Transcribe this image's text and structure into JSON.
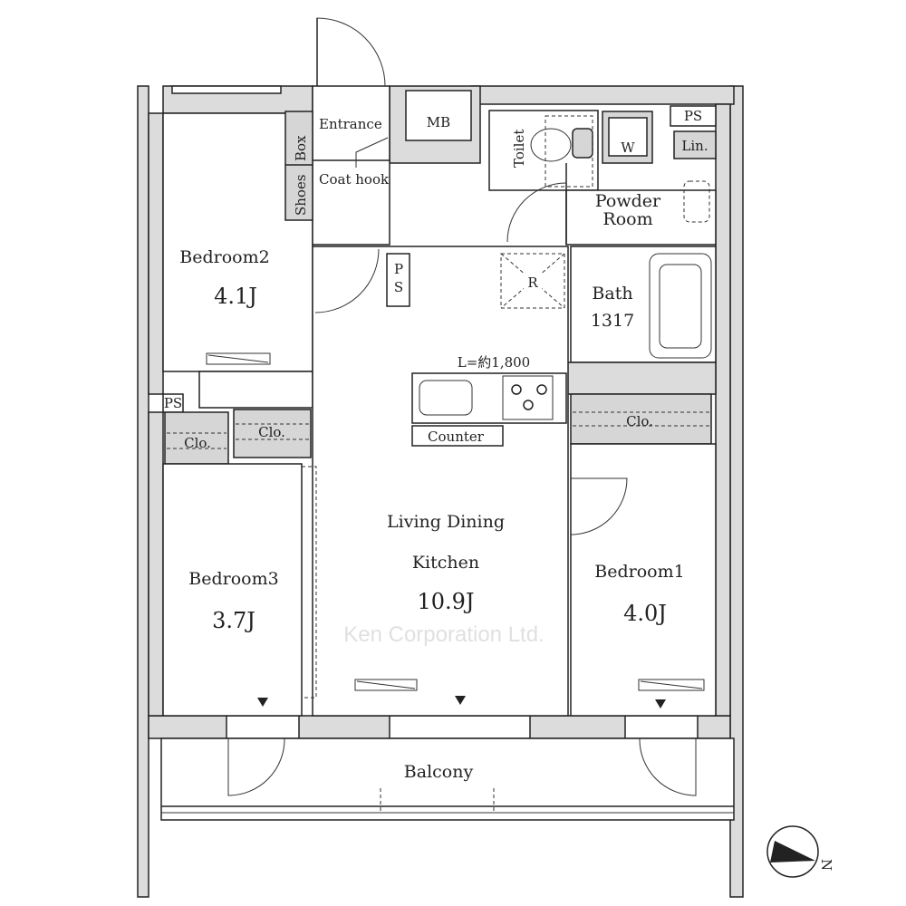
{
  "plan": {
    "rooms": {
      "entrance": "Entrance",
      "mb": "MB",
      "toilet": "Toilet",
      "washer": "W",
      "ps_top": "PS",
      "linen": "Lin.",
      "powder_room_1": "Powder",
      "powder_room_2": "Room",
      "shoes_box_1": "Shoes",
      "shoes_box_2": "Box",
      "coat_hook": "Coat hook",
      "bedroom2_name": "Bedroom2",
      "bedroom2_size": "4.1J",
      "ps_mid": "P",
      "ps_mid2": "S",
      "refrigerator": "R",
      "bath_name": "Bath",
      "bath_size": "1317",
      "kitchen_length": "L=約1,800",
      "counter": "Counter",
      "ps_left": "PS",
      "closet_b3": "Clo.",
      "closet_b2": "Clo.",
      "closet_b1": "Clo.",
      "ldk_name_1": "Living Dining",
      "ldk_name_2": "Kitchen",
      "ldk_size": "10.9J",
      "bedroom3_name": "Bedroom3",
      "bedroom3_size": "3.7J",
      "bedroom1_name": "Bedroom1",
      "bedroom1_size": "4.0J",
      "balcony": "Balcony"
    },
    "watermark": "Ken Corporation Ltd.",
    "compass_label": "N"
  }
}
